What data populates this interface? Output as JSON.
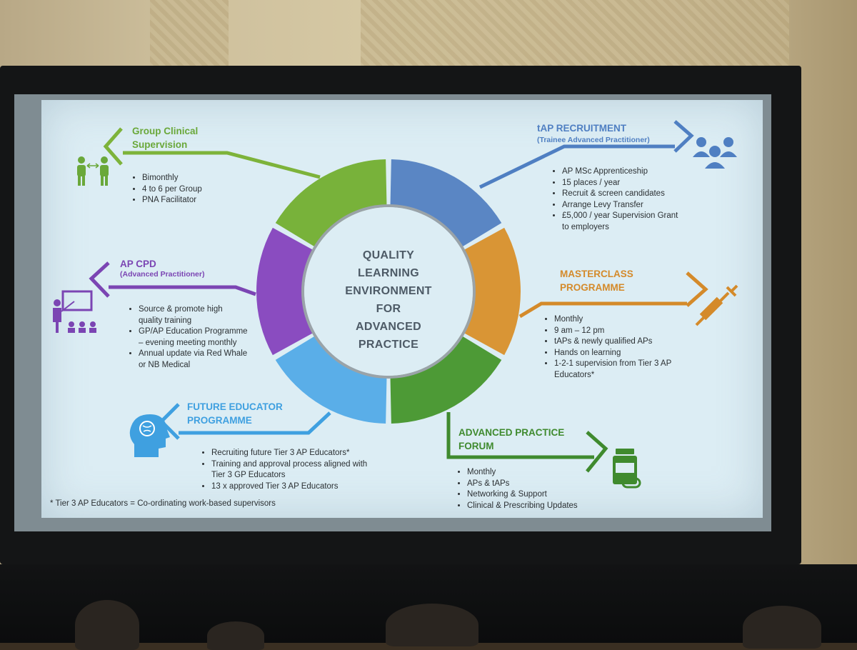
{
  "slide": {
    "center_lines": [
      "QUALITY",
      "LEARNING",
      "ENVIRONMENT",
      "FOR",
      "ADVANCED",
      "PRACTICE"
    ],
    "footnote": "* Tier 3 AP Educators = Co-ordinating work-based supervisors",
    "sections": {
      "group_supervision": {
        "title_lines": [
          "Group Clinical",
          "Supervision"
        ],
        "bullets": [
          "Bimonthly",
          "4 to 6 per Group",
          "PNA Facilitator"
        ],
        "color": "#7db33a"
      },
      "tap_recruitment": {
        "title": "tAP RECRUITMENT",
        "subtitle": "(Trainee Advanced Practitioner)",
        "bullets": [
          "AP MSc Apprenticeship",
          "15 places  / year",
          "Recruit & screen candidates",
          "Arrange Levy Transfer",
          "£5,000 / year Supervision Grant",
          "to employers"
        ],
        "color": "#4f7fc2"
      },
      "ap_cpd": {
        "title": "AP CPD",
        "subtitle": "(Advanced Practitioner)",
        "bullets": [
          "Source & promote high",
          "quality training",
          "GP/AP Education Programme",
          "– evening meeting monthly",
          "Annual update via Red Whale",
          "or NB Medical"
        ],
        "color": "#7b45b3"
      },
      "masterclass": {
        "title_lines": [
          "MASTERCLASS",
          "PROGRAMME"
        ],
        "bullets": [
          "Monthly",
          "9 am – 12 pm",
          "tAPs & newly qualified APs",
          "Hands on learning",
          "1-2-1 supervision from Tier 3 AP",
          "Educators*"
        ],
        "color": "#d48a2a"
      },
      "future_educator": {
        "title_lines": [
          "FUTURE EDUCATOR",
          "PROGRAMME"
        ],
        "bullets": [
          "Recruiting future Tier 3 AP Educators*",
          "Training and approval process aligned with",
          "Tier 3 GP Educators",
          "13 x approved Tier 3 AP Educators"
        ],
        "color": "#3fa0e0"
      },
      "ap_forum": {
        "title_lines": [
          "ADVANCED PRACTICE",
          "FORUM"
        ],
        "bullets": [
          "Monthly",
          "APs & tAPs",
          "Networking & Support",
          "Clinical & Prescribing Updates"
        ],
        "color": "#3f8a2e"
      }
    },
    "ring_colors": [
      "#5a86c4",
      "#d99535",
      "#4d9a36",
      "#5aaee8",
      "#8a4cc0",
      "#78b23a"
    ]
  }
}
